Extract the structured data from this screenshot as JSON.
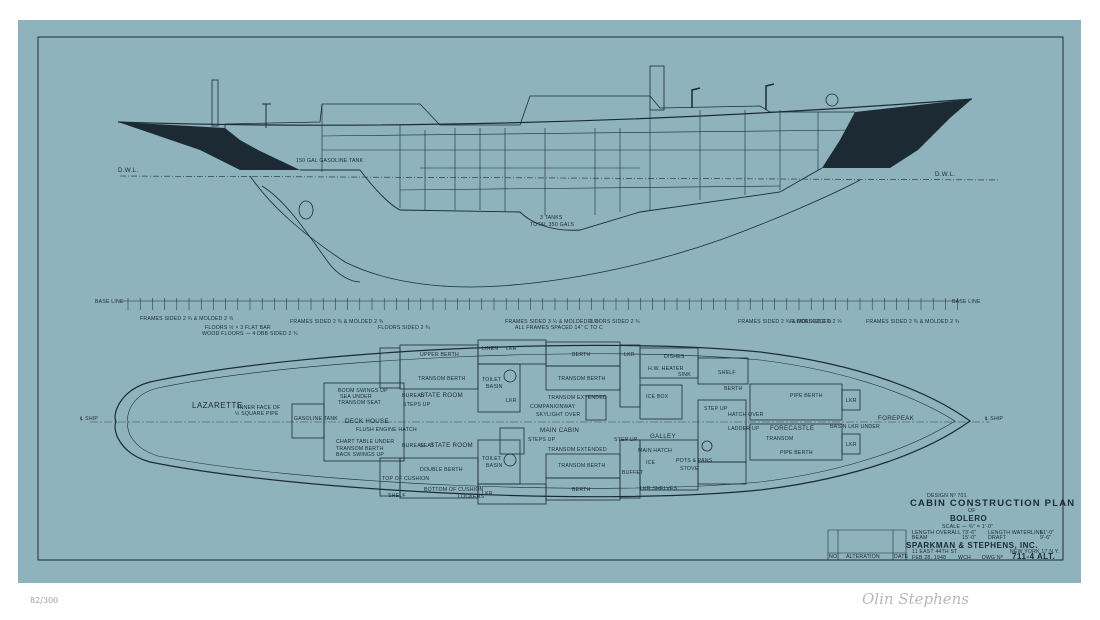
{
  "profile": {
    "dwl_left": "D.W.L.",
    "dwl_right": "D.W.L.",
    "gasoline_tank": "150 GAL GASOLINE TANK",
    "water_tanks_1": "3 TANKS",
    "water_tanks_2": "TOTAL 350 GALS"
  },
  "scale": {
    "base_line_left": "BASE LINE",
    "base_line_right": "BASE LINE",
    "frames_1": "FRAMES SIDED 2 ¾ & MOLDED 2 ¾",
    "frames_2": "FRAMES SIDED 2 ¾ & MOLDED 2 ¾",
    "frames_3": "FRAMES SIDED 3 ¼ & MOLDED 3 ½",
    "frames_4": "FLOORS SIDED 2 ¾",
    "frames_5": "FRAMES SIDED 2 ¾ & MOLDED 2 ¾",
    "frames_6": "FRAMES SIDED 2 ¾ & MOLDED 2 ¾",
    "floors_a": "FLOORS ½ × 3 FLAT BAR",
    "floors_b": "WOOD FLOORS — 4 DBB SIDED 2 ¾",
    "floors_c": "FLOORS SIDED 2 ¾",
    "all_frames": "ALL FRAMES SPACED 14\" C TO C",
    "floors_d": "FLOORS SIDED 2 ¾"
  },
  "plan": {
    "lazarette": "LAZARETTE",
    "inner_face": "INNER FACE OF",
    "inner_face_2": "½ SQUARE PIPE",
    "gasoline_tank": "GASOLINE TANK",
    "boom_swings": "BOOM SWINGS UP",
    "sea_under": "SEA UNDER",
    "transom_seat": "TRANSOM SEAT",
    "deck_house": "DECK HOUSE",
    "chart_table": "CHART TABLE UNDER",
    "transom_berth": "TRANSOM BERTH",
    "back_swings": "BACK SWINGS UP",
    "bureau_1": "BUREAU",
    "bureau_2": "BUREAU",
    "seat": "SEAT",
    "state_room_1": "STATE ROOM",
    "state_room_2": "STATE ROOM",
    "steps_up": "STEPS UP",
    "flush_engine": "FLUSH ENGINE HATCH",
    "upper_berth": "UPPER BERTH",
    "transom_berth_2": "TRANSOM BERTH",
    "double_berth": "DOUBLE BERTH",
    "top_of_cushion": "TOP OF CUSHION",
    "bottom_of_cushion": "BOTTOM OF CUSHION",
    "shelf": "SHELF",
    "lockers": "LOCKERS",
    "linen": "LINEN",
    "lkr": "LKR",
    "toilet": "TOILET",
    "basin": "BASIN",
    "berth": "BERTH",
    "transom_berth_3": "TRANSOM BERTH",
    "transom_extended": "TRANSOM EXTENDED",
    "transom_extended_2": "TRANSOM EXTENDED",
    "companion": "COMPANIONWAY",
    "skylight": "SKYLIGHT OVER",
    "main_cabin": "MAIN CABIN",
    "steps_up_2": "STEPS UP",
    "step_up": "STEP UP",
    "buffet": "BUFFET",
    "ice": "ICE",
    "dishes": "DISHES",
    "sink": "SINK",
    "hw_heater": "H.W. HEATER",
    "ice_box": "ICE BOX",
    "main_hatch": "MAIN HATCH",
    "galley": "GALLEY",
    "lkr_shelves": "LKR SHELVES",
    "pots_pans": "POTS & PANS",
    "stove": "STOVE",
    "shelf_2": "SHELF",
    "berth_2": "BERTH",
    "pipe_berth": "PIPE BERTH",
    "pipe_berth_2": "PIPE BERTH",
    "hatch_over": "HATCH OVER",
    "ladder_up": "LADDER UP",
    "transom": "TRANSOM",
    "forecastle": "FORECASTLE",
    "basin_lkr": "BASIN LKR UNDER",
    "forepeak": "FOREPEAK",
    "step_up_2": "STEP UP",
    "cl_ship_left": "℄ SHIP",
    "cl_ship_right": "℄ SHIP"
  },
  "title_block": {
    "design": "DESIGN Nº 701",
    "title": "CABIN CONSTRUCTION PLAN",
    "of": "OF",
    "yacht": "BOLERO",
    "scale": "SCALE — ¾\" = 1'-0\"",
    "loa": "LENGTH OVERALL",
    "loa_v": "73'-6\"",
    "beam": "BEAM",
    "beam_v": "15'-0\"",
    "lwl": "LENGTH WATERLINE",
    "lwl_v": "51'-0\"",
    "draft": "DRAFT",
    "draft_v": "9'-6\"",
    "firm": "SPARKMAN & STEPHENS, INC.",
    "address": "11 EAST 44TH ST",
    "city": "NEW YORK 17 N.Y.",
    "date": "FEB 28, 1948",
    "drawn": "WCH",
    "dwg_label": "DWG Nº",
    "dwg_no": "711-4 ALT.",
    "alt_no": "NO",
    "alteration": "ALTERATION",
    "alt_date": "DATE"
  },
  "pencil": {
    "edition": "82/300",
    "signature": "Olin Stephens"
  },
  "colors": {
    "paper": "#8fb3bd",
    "ink": "#1c2b33",
    "margin": "#ffffff"
  }
}
